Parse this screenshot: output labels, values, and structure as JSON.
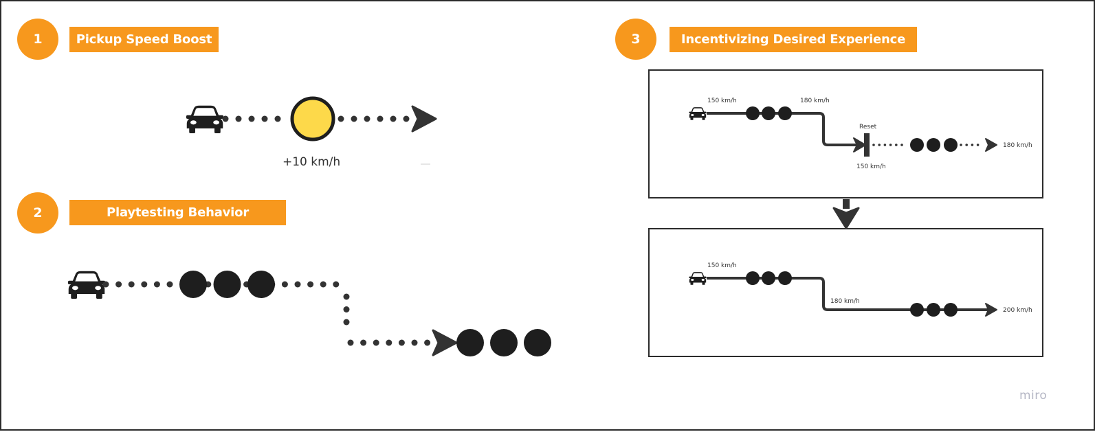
{
  "board": {
    "watermark": "miro"
  },
  "steps": [
    {
      "number": "1",
      "title": "Pickup Speed Boost"
    },
    {
      "number": "2",
      "title": "Playtesting Behavior"
    },
    {
      "number": "3",
      "title": "Incentivizing Desired Experience"
    }
  ],
  "pickup_boost": {
    "icon": "car-icon",
    "pickup": "yellow-pickup-icon",
    "label": "+10 km/h"
  },
  "playtesting": {
    "icon": "car-icon",
    "pickups_before_turn": 3,
    "pickups_after_turn": 3
  },
  "incentive": {
    "before": {
      "start_speed": "150 km/h",
      "after_pickups_speed": "180 km/h",
      "reset_label": "Reset",
      "reset_speed": "150 km/h",
      "end_speed": "180 km/h"
    },
    "after": {
      "start_speed": "150 km/h",
      "after_pickups_speed": "180 km/h",
      "end_speed": "200 km/h"
    }
  },
  "colors": {
    "accent": "#f7981d",
    "pickup_yellow": "#fdd94a",
    "ink": "#1e1e1e",
    "line": "#333333"
  }
}
